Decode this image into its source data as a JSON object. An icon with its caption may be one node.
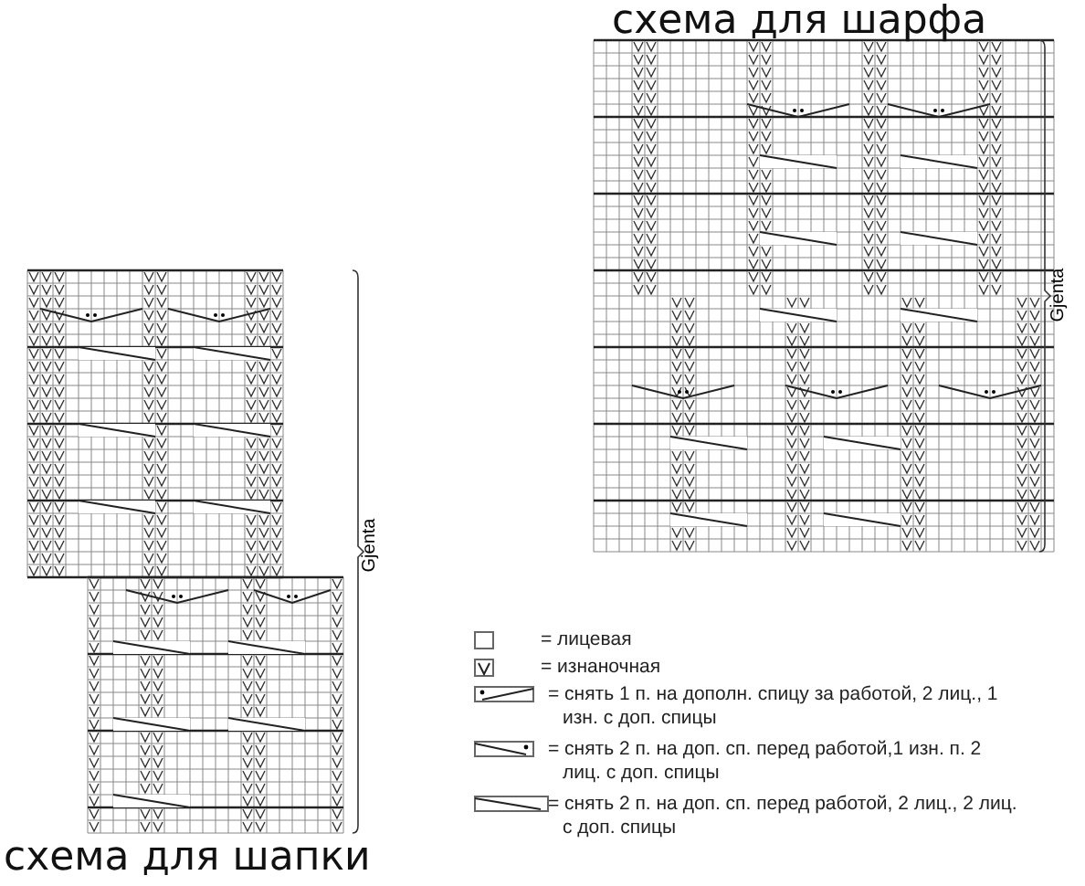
{
  "diagram": {
    "labels": [
      "схема для шарфа",
      "Gjenta",
      "Gjenta",
      "схема для шапки"
    ],
    "legend": [
      {
        "text": "= лицевая"
      },
      {
        "text": "= изнаночная"
      },
      {
        "text": "= снять 1 п. на дополн. спицу за работой, 2 лиц., 1 изн. с доп. спицы"
      },
      {
        "text": "= снять 2 п. на доп. сп. перед работой,1 изн. п. 2 лиц. с доп. спицы"
      },
      {
        "text": "= снять 2 п. на доп. сп. перед работой, 2 лиц., 2 лиц. с доп. спицы"
      }
    ]
  }
}
